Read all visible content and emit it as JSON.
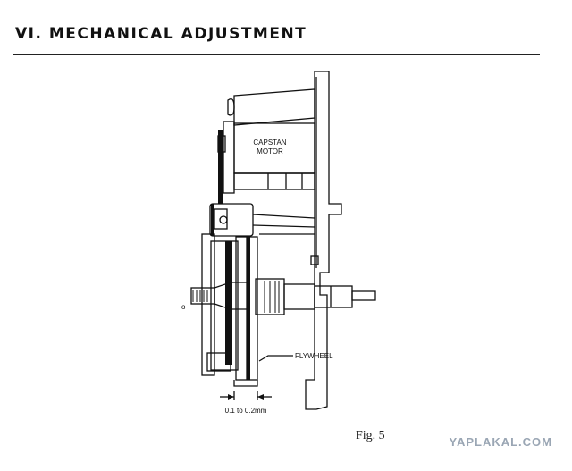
{
  "section": {
    "heading": "VI.  MECHANICAL  ADJUSTMENT"
  },
  "figure": {
    "labels": {
      "capstan_motor_line1": "CAPSTAN",
      "capstan_motor_line2": "MOTOR",
      "flywheel": "FLYWHEEL",
      "gap": "0.1 to 0.2mm",
      "callout": "o"
    },
    "caption": "Fig. 5"
  },
  "watermark": "YAPLAKAL.COM"
}
